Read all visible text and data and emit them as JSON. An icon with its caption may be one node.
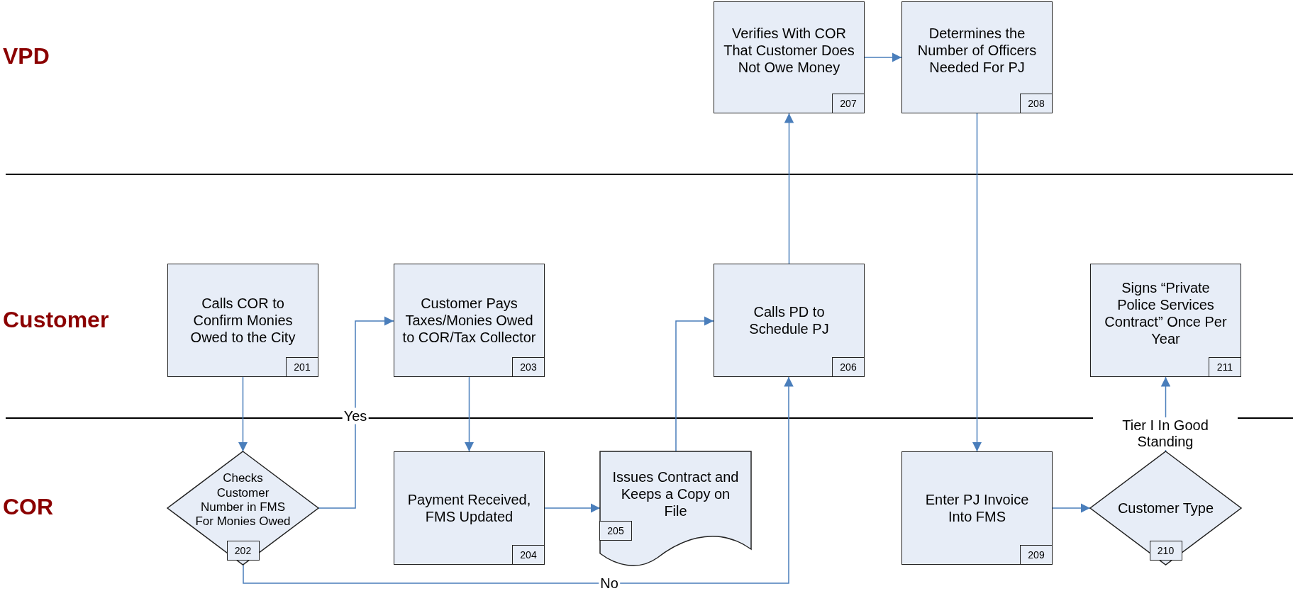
{
  "diagram": {
    "nodes": [
      {
        "text": [
          "Calls COR to Confirm Monies Owed to the City",
          "201"
        ]
      },
      {
        "text": [
          "Checks Customer Number in FMS For Monies Owed",
          "202"
        ]
      },
      {
        "text": [
          "Customer Pays Taxes/Monies Owed to COR/Tax Collector",
          "203"
        ]
      },
      {
        "text": [
          "Payment Received, FMS Updated",
          "204"
        ]
      },
      {
        "text": [
          "Issues Contract and Keeps a Copy on File",
          "205"
        ]
      },
      {
        "text": [
          "Calls PD to Schedule PJ",
          "206"
        ]
      },
      {
        "text": [
          "Verifies With COR That Customer Does Not Owe Money",
          "207"
        ]
      },
      {
        "text": [
          "Determines the Number of Officers Needed For PJ",
          "208"
        ]
      },
      {
        "text": [
          "Enter PJ Invoice Into FMS",
          "209"
        ]
      },
      {
        "text": [
          "Customer Type",
          "210"
        ]
      },
      {
        "text": [
          "Signs “Private Police Services Contract” Once Per Year",
          "211"
        ]
      }
    ],
    "edges": [
      {
        "from": 0,
        "to": 1,
        "arrow": "to"
      },
      {
        "from": 1,
        "to": 2,
        "arrow": "to",
        "label": "Yes"
      },
      {
        "from": 2,
        "to": 3,
        "arrow": "to"
      },
      {
        "from": 3,
        "to": 4,
        "arrow": "to"
      },
      {
        "from": 4,
        "to": 5,
        "arrow": "to"
      },
      {
        "from": 1,
        "to": 5,
        "arrow": "to",
        "label": "No"
      },
      {
        "from": 5,
        "to": 6,
        "arrow": "to"
      },
      {
        "from": 6,
        "to": 7,
        "arrow": "to"
      },
      {
        "from": 7,
        "to": 8,
        "arrow": "to"
      },
      {
        "from": 8,
        "to": 9,
        "arrow": "to"
      },
      {
        "from": 9,
        "to": 10,
        "arrow": "to",
        "label": "Tier I In Good Standing"
      }
    ],
    "labels": [
      "VPD",
      "Customer",
      "COR"
    ]
  }
}
